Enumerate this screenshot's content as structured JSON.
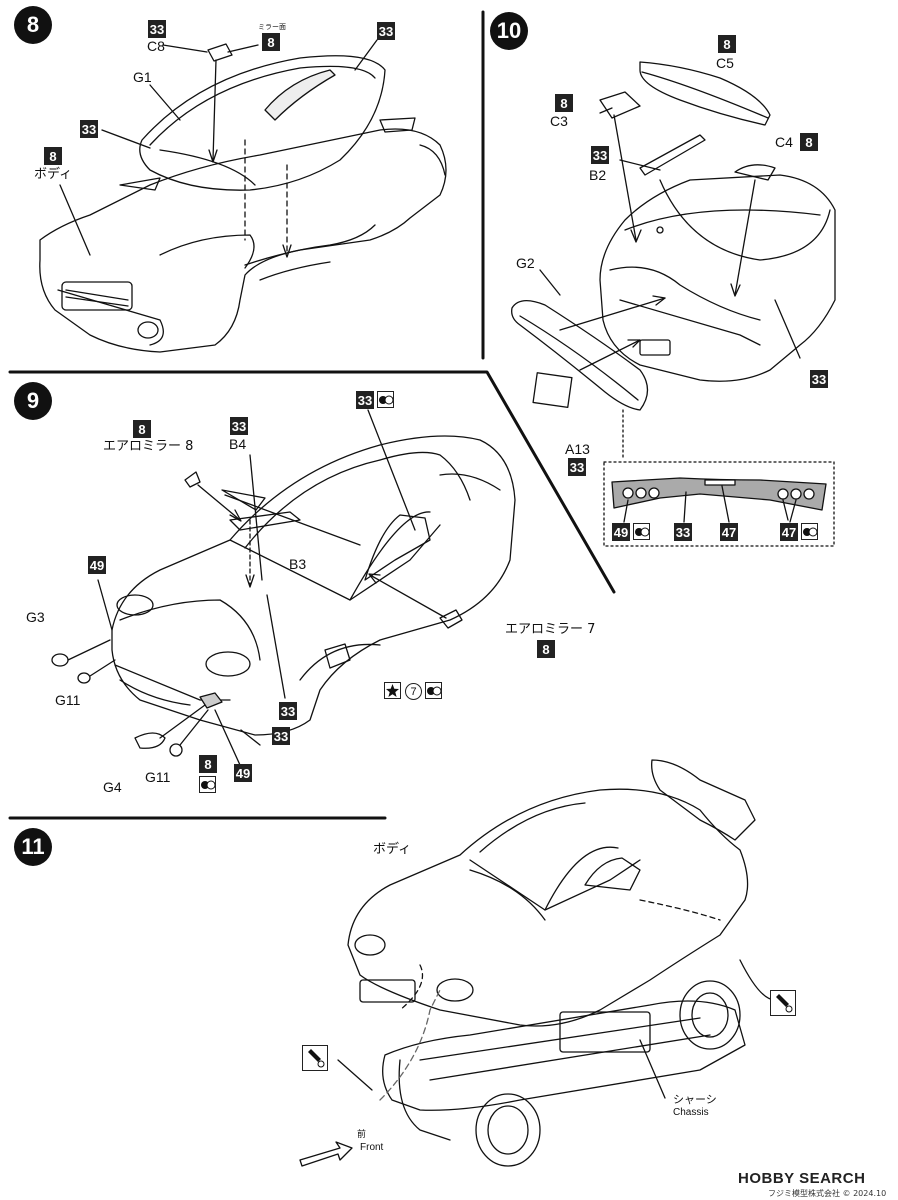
{
  "steps": {
    "s8": {
      "number": "8",
      "parts": {
        "c8_code": "33",
        "c8_label": "C8",
        "mirror_code": "8",
        "mirror_note": "ミラー面",
        "g1_label": "G1",
        "g1_code": "33",
        "body_code": "8",
        "body_label": "ボディ"
      }
    },
    "s10": {
      "number": "10",
      "parts": {
        "c5_code": "8",
        "c5_label": "C5",
        "c3_code": "8",
        "c3_label": "C3",
        "b2_code": "33",
        "b2_label": "B2",
        "c4_label": "C4",
        "c4_code": "8",
        "g2_label": "G2",
        "a13_label": "A13",
        "a13_code": "33",
        "body_code": "33"
      },
      "detail": {
        "left_code": "49",
        "mid_code": "33",
        "center_code": "47",
        "right_code": "47"
      }
    },
    "s9": {
      "number": "9",
      "parts": {
        "top_right_code": "33",
        "mirror8_code": "8",
        "mirror8_label": "エアロミラー 8",
        "b4_code": "33",
        "b4_label": "B4",
        "b3_label": "B3",
        "code49_left": "49",
        "g3_label": "G3",
        "g11_label_a": "G11",
        "g4_label": "G4",
        "g11_label_b": "G11",
        "code33_mid": "33",
        "code33_right": "33",
        "code49_bottom": "49",
        "code8_bottom": "8",
        "mirror7_label": "エアロミラー 7",
        "mirror7_code": "8",
        "circle_num": "7"
      }
    },
    "s11": {
      "number": "11",
      "parts": {
        "body_label": "ボディ",
        "chassis_jp": "シャーシ",
        "chassis_en": "Chassis",
        "front_jp": "前",
        "front_en": "Front"
      }
    }
  },
  "watermark": {
    "brand": "HOBBY SEARCH",
    "copyright": "フジミ模型株式会社 © 2024.10"
  }
}
